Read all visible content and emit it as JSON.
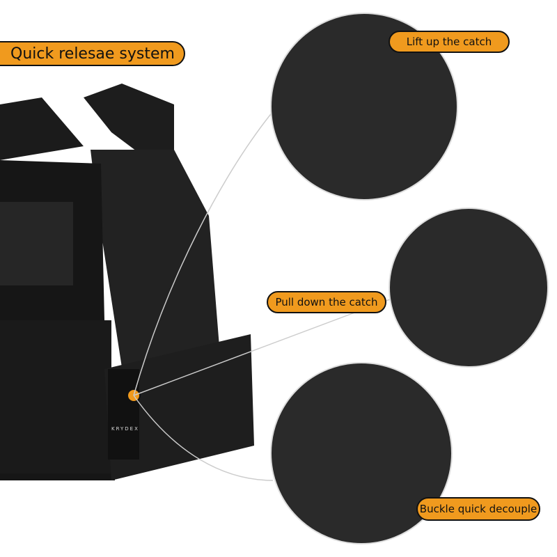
{
  "title": "Quick relesae system",
  "callouts": [
    "Lift up the catch",
    "Pull down the catch",
    "Buckle quick decouple"
  ],
  "logo_text": "KRYDEX",
  "accent": "#f09a1e"
}
